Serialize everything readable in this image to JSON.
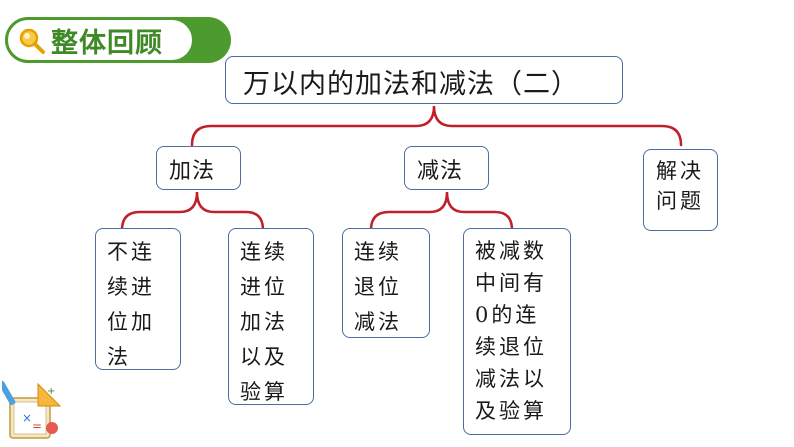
{
  "header": {
    "title": "整体回顾",
    "accent_color": "#4d9a2e"
  },
  "diagram": {
    "root": "万以内的加法和减法（二）",
    "branches": [
      {
        "label": "加法",
        "children": [
          "不连\n续进\n位加\n法",
          "连续\n进位\n加法\n以及\n验算"
        ]
      },
      {
        "label": "减法",
        "children": [
          "连续\n退位\n减法",
          "被减数\n中间有\n0的连\n续退位\n减法以\n及验算"
        ]
      },
      {
        "label": "解决\n问题",
        "children": []
      }
    ],
    "connector_color": "#c0202a",
    "border_color": "#4a6ea0"
  }
}
